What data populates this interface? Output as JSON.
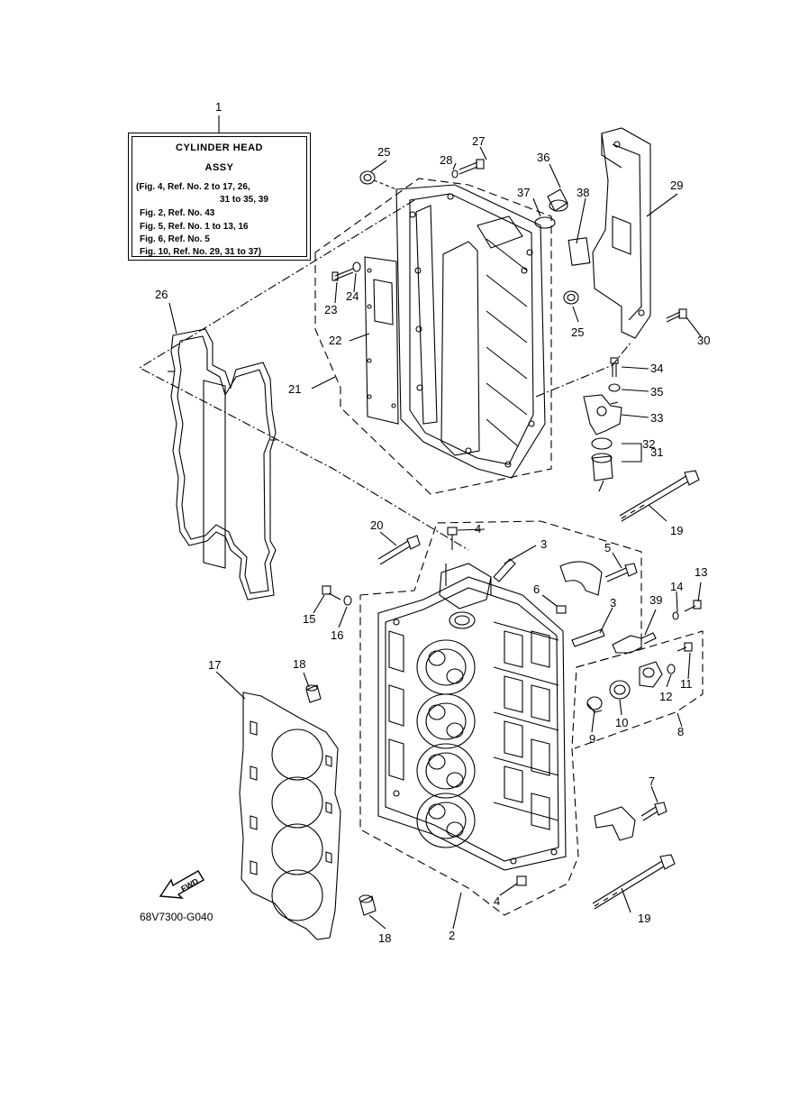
{
  "legend": {
    "title_line1": "CYLINDER HEAD",
    "title_line2": "ASSY",
    "lines": [
      "(Fig. 4, Ref. No. 2 to 17, 26,",
      "31 to 35, 39",
      "Fig. 2, Ref. No. 43",
      "Fig. 5, Ref. No. 1 to 13, 16",
      "Fig. 6, Ref. No. 5",
      "Fig. 10, Ref. No. 29, 31 to 37)"
    ]
  },
  "callouts": {
    "c1": "1",
    "c2": "2",
    "c3a": "3",
    "c3b": "3",
    "c4a": "4",
    "c4b": "4",
    "c5": "5",
    "c6": "6",
    "c7": "7",
    "c8": "8",
    "c9": "9",
    "c10": "10",
    "c11": "11",
    "c12": "12",
    "c13": "13",
    "c14": "14",
    "c15": "15",
    "c16": "16",
    "c17": "17",
    "c18a": "18",
    "c18b": "18",
    "c19a": "19",
    "c19b": "19",
    "c20": "20",
    "c21": "21",
    "c22": "22",
    "c23": "23",
    "c24": "24",
    "c25a": "25",
    "c25b": "25",
    "c26": "26",
    "c27": "27",
    "c28": "28",
    "c29": "29",
    "c30": "30",
    "c31": "31",
    "c32": "32",
    "c33": "33",
    "c34": "34",
    "c35": "35",
    "c36": "36",
    "c37": "37",
    "c38": "38",
    "c39": "39"
  },
  "fwd_label": "FWD",
  "diagram_code": "68V7300-G040"
}
